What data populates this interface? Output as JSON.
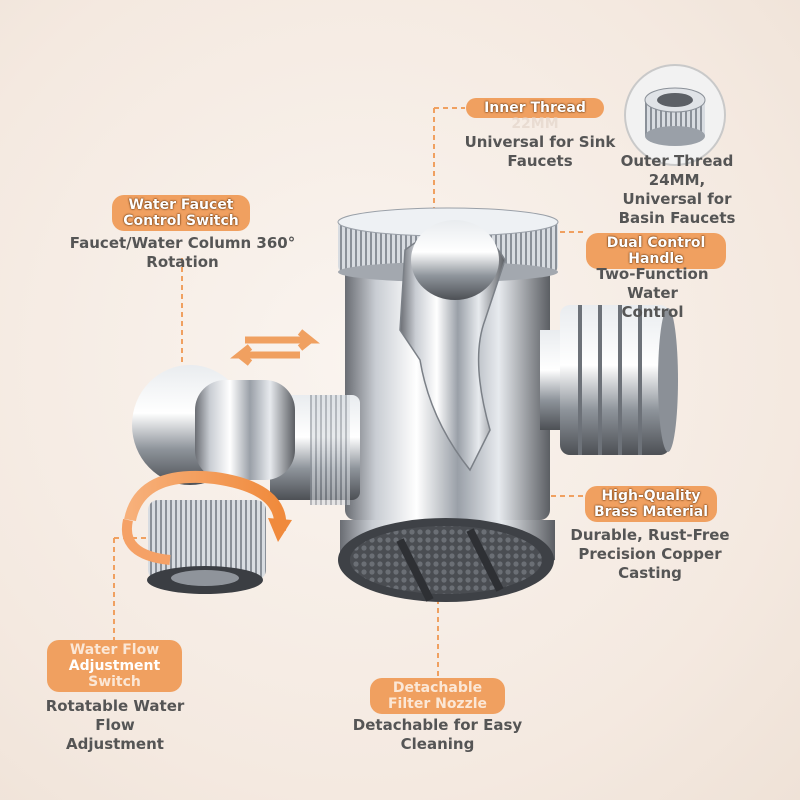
{
  "colors": {
    "accent": "#f0a060",
    "background": "#f6ede6",
    "text": "#555555",
    "leader": "#f0a060"
  },
  "labels": {
    "inner_thread": {
      "title": "Inner Thread",
      "sub": "22MM",
      "desc": [
        "Universal for Sink",
        "Faucets"
      ]
    },
    "outer_thread": {
      "desc": [
        "Outer Thread",
        "24MM,",
        "Universal for",
        "Basin Faucets"
      ]
    },
    "control_switch": {
      "title": [
        "Water Faucet",
        "Control Switch"
      ],
      "desc": "Faucet/Water Column 360° Rotation"
    },
    "dual_handle": {
      "title": [
        "Dual Control",
        "Handle"
      ],
      "desc": [
        "Two-Function Water",
        "Control"
      ]
    },
    "brass": {
      "title": [
        "High-Quality",
        "Brass Material"
      ],
      "desc": [
        "Durable, Rust-Free",
        "Precision Copper Casting"
      ]
    },
    "flow_adjust": {
      "title": [
        "Water Flow",
        "Adjustment",
        "Switch"
      ],
      "desc": [
        "Rotatable Water Flow",
        "Adjustment"
      ]
    },
    "nozzle": {
      "title": [
        "Detachable",
        "Filter Nozzle"
      ],
      "desc": "Detachable for Easy Cleaning"
    }
  }
}
